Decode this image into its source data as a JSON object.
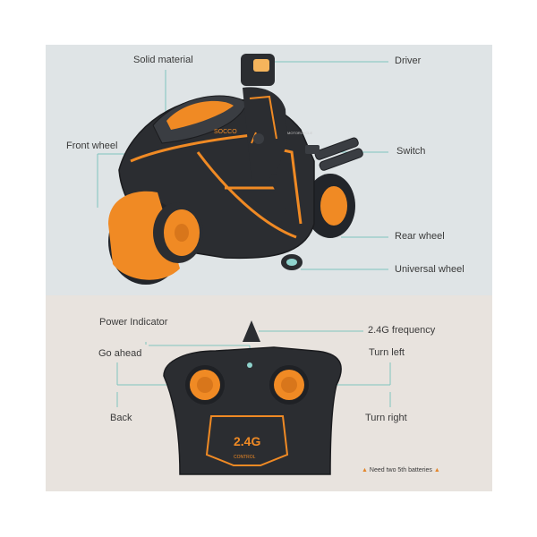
{
  "colors": {
    "accent": "#f08a24",
    "body_dark": "#2b2d31",
    "leader_line": "#7fc4bf",
    "panel_top": "#dfe4e6",
    "panel_bottom": "#e8e3de"
  },
  "motorcycle": {
    "labels": {
      "solid_material": "Solid material",
      "driver": "Driver",
      "front_wheel": "Front wheel",
      "switch": "Switch",
      "rear_wheel": "Rear wheel",
      "universal_wheel": "Universal wheel"
    },
    "side_text": "SOCCO",
    "side_text_2": "MOTORCYCLE"
  },
  "controller": {
    "labels": {
      "power_indicator": "Power Indicator",
      "frequency": "2.4G frequency",
      "go_ahead": "Go ahead",
      "turn_left": "Turn left",
      "back": "Back",
      "turn_right": "Turn right"
    },
    "badge_main": "2.4G",
    "badge_sub": "CONTROL",
    "battery_note": "Need two 5th batteries"
  }
}
